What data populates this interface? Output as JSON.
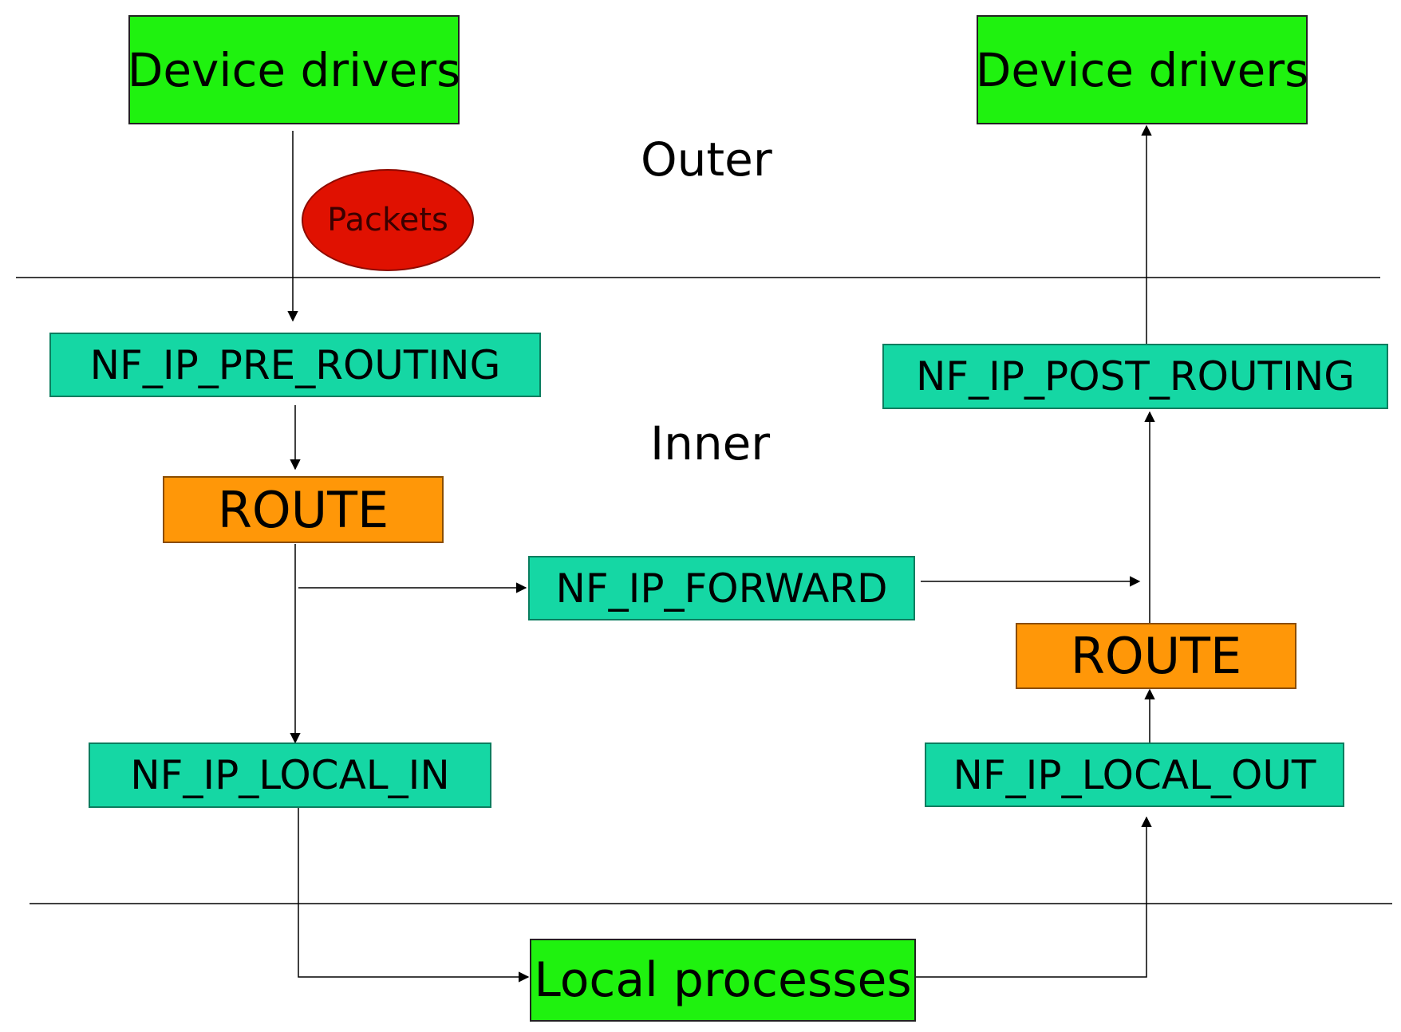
{
  "regions": {
    "outer": "Outer",
    "inner": "Inner"
  },
  "boxes": {
    "device_in": "Device drivers",
    "device_out": "Device drivers",
    "pre_routing": "NF_IP_PRE_ROUTING",
    "route_left": "ROUTE",
    "forward": "NF_IP_FORWARD",
    "local_in": "NF_IP_LOCAL_IN",
    "post_routing": "NF_IP_POST_ROUTING",
    "route_right": "ROUTE",
    "local_out": "NF_IP_LOCAL_OUT",
    "local_processes": "Local processes"
  },
  "packet_label": "Packets",
  "colors": {
    "driver_box": "#1ff20f",
    "hook_box": "#15d7a4",
    "route_box": "#ff9708",
    "packet": "#e01101",
    "line": "#000000"
  }
}
